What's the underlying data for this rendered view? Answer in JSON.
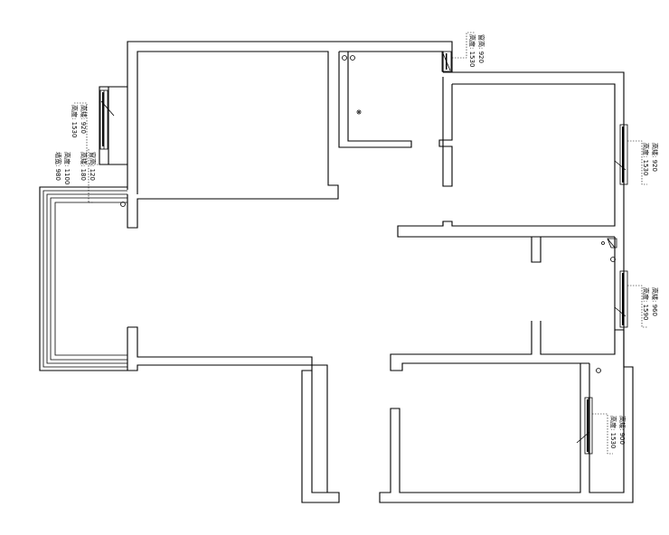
{
  "plan": {
    "window_notes": {
      "w1": [
        "高矮: 920",
        "高度: 1530"
      ],
      "w2": [
        "窗高: 920",
        "高度: 1530"
      ],
      "w3": [
        "高矮: 920",
        "高度: 1530"
      ],
      "w4": [
        "高矮: 960",
        "高度: 1590"
      ],
      "w5": [
        "高矮: 900",
        "高度: 1530"
      ]
    },
    "bay_note": [
      "窗高: 120",
      "高矮: 180",
      "高度: 1100",
      "墙宽: 980"
    ]
  }
}
